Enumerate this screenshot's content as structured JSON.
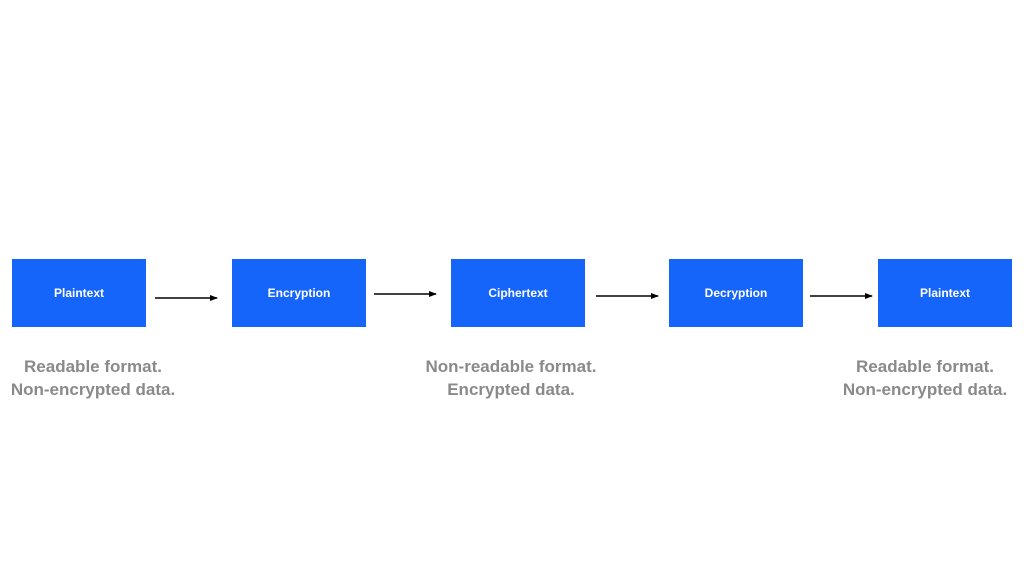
{
  "colors": {
    "box_fill": "#1565fb",
    "box_text": "#ffffff",
    "caption_text": "#8a8a8a",
    "arrow": "#000000"
  },
  "steps": [
    {
      "label": "Plaintext"
    },
    {
      "label": "Encryption"
    },
    {
      "label": "Ciphertext"
    },
    {
      "label": "Decryption"
    },
    {
      "label": "Plaintext"
    }
  ],
  "captions": [
    {
      "line1": "Readable format.",
      "line2": "Non-encrypted data."
    },
    {
      "line1": "Non-readable format.",
      "line2": "Encrypted data."
    },
    {
      "line1": "Readable format.",
      "line2": "Non-encrypted data."
    }
  ]
}
